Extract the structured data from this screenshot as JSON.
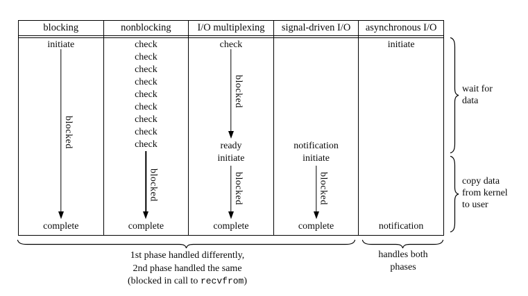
{
  "figure": {
    "columns": [
      {
        "header": "blocking",
        "top_step": "initiate",
        "blocked_label": "blocked",
        "bottom_step": "complete"
      },
      {
        "header": "nonblocking",
        "checks": [
          "check",
          "check",
          "check",
          "check",
          "check",
          "check",
          "check",
          "check",
          "check"
        ],
        "blocked_label": "blocked",
        "bottom_step": "complete"
      },
      {
        "header": "I/O multiplexing",
        "top_step": "check",
        "blocked_label_wait": "blocked",
        "mid_step1": "ready",
        "mid_step2": "initiate",
        "blocked_label_copy": "blocked",
        "bottom_step": "complete"
      },
      {
        "header": "signal-driven I/O",
        "mid_step1": "notification",
        "mid_step2": "initiate",
        "blocked_label_copy": "blocked",
        "bottom_step": "complete"
      },
      {
        "header": "asynchronous I/O",
        "top_step": "initiate",
        "bottom_step": "notification"
      }
    ],
    "right_notes": {
      "wait": {
        "line1": "wait for",
        "line2": "data"
      },
      "copy": {
        "line1": "copy data",
        "line2": "from kernel",
        "line3": "to user"
      }
    },
    "bottom_notes": {
      "left": {
        "line1": "1st phase handled differently,",
        "line2": "2nd phase handled the same",
        "line3_prefix": "(blocked in call to ",
        "line3_code": "recvfrom",
        "line3_suffix": ")"
      },
      "right": {
        "line1": "handles both",
        "line2": "phases"
      }
    },
    "colors": {
      "ink": "#000000",
      "background": "#ffffff"
    }
  }
}
